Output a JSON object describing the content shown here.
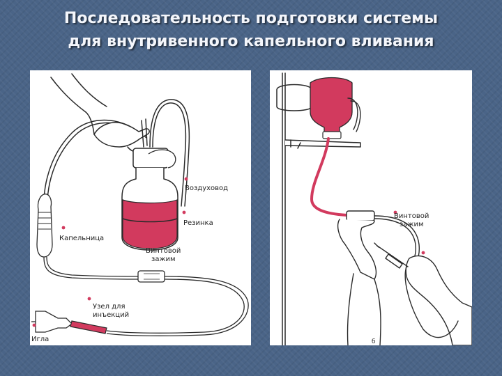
{
  "title": {
    "line1": "Последовательность подготовки системы",
    "line2": "для внутривенного капельного вливания"
  },
  "colors": {
    "background": "#4a6487",
    "title_text": "#f4f6fb",
    "liquid": "#d23a5e",
    "accent_dot": "#d23a5e",
    "line_art": "#2a2a2a"
  },
  "left_figure": {
    "labels": {
      "air_duct": "Воздуховод",
      "rubber": "Резинка",
      "dropper": "Капельница",
      "screw_clamp_line1": "Винтовой",
      "screw_clamp_line2": "зажим",
      "injection_node_line1": "Узел для",
      "injection_node_line2": "инъекций",
      "needle": "Игла"
    }
  },
  "right_figure": {
    "labels": {
      "screw_clamp_line1": "Винтовой",
      "screw_clamp_line2": "зажим"
    },
    "page_mark": "б"
  }
}
